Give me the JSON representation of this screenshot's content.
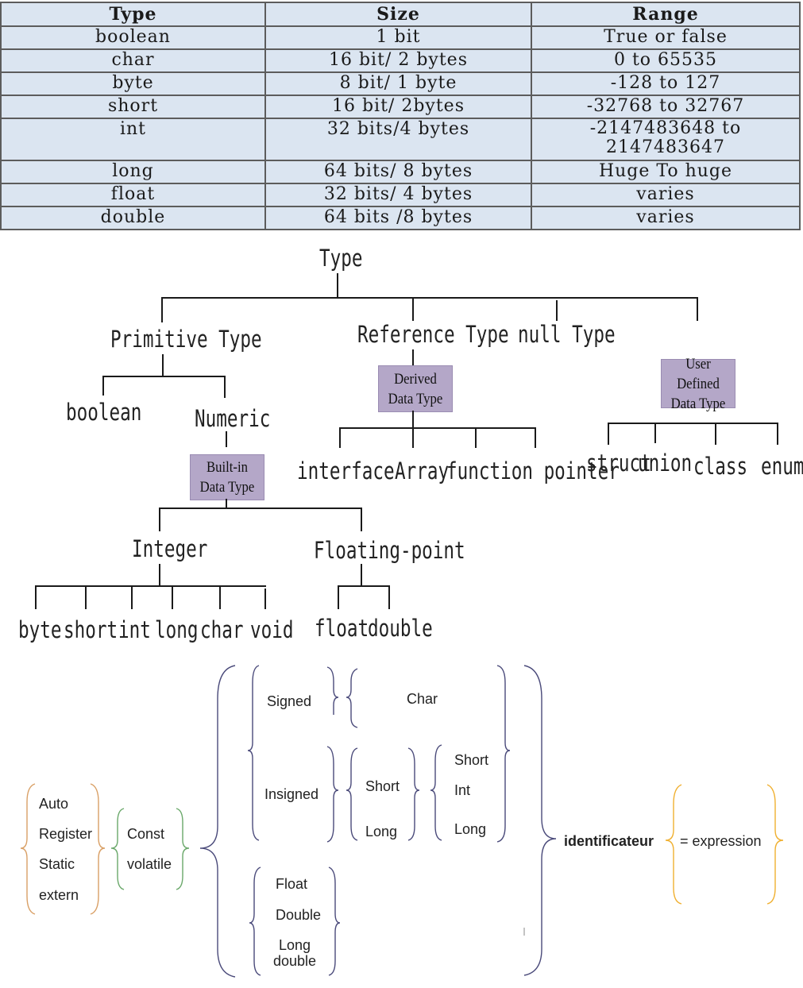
{
  "table": {
    "headers": [
      "Type",
      "Size",
      "Range"
    ],
    "rows": [
      {
        "type": "boolean",
        "size": "1 bit",
        "range": "True or false"
      },
      {
        "type": "char",
        "size": "16 bit/ 2 bytes",
        "range": "0 to 65535"
      },
      {
        "type": "byte",
        "size": "8 bit/ 1 byte",
        "range": "-128 to 127"
      },
      {
        "type": "short",
        "size": "16 bit/ 2bytes",
        "range": "-32768 to 32767"
      },
      {
        "type": "int",
        "size": "32 bits/4 bytes",
        "range": "-2147483648 to 2147483647"
      },
      {
        "type": "long",
        "size": "64 bits/ 8 bytes",
        "range": "Huge To huge"
      },
      {
        "type": "float",
        "size": "32 bits/ 4 bytes",
        "range": "varies"
      },
      {
        "type": "double",
        "size": "64 bits /8 bytes",
        "range": "varies"
      }
    ]
  },
  "tree": {
    "root": "Type",
    "primitive": "Primitive Type",
    "reference": "Reference Type",
    "null_type": "null Type",
    "user_defined_box": "User Defined Data Type",
    "derived_box": "Derived Data Type",
    "builtin_box": "Built-in Data Type",
    "boolean": "boolean",
    "numeric": "Numeric",
    "integer": "Integer",
    "floating_point": "Floating-point",
    "integer_types": [
      "byte",
      "short",
      "int",
      "long",
      "char",
      "void"
    ],
    "float_types": [
      "float",
      "double"
    ],
    "derived_types": [
      "interface",
      "Array",
      "function pointer"
    ],
    "user_types": [
      "struct",
      "union",
      "class",
      "enum"
    ]
  },
  "declaration": {
    "storage_classes": [
      "Auto",
      "Register",
      "Static",
      "extern"
    ],
    "qualifiers": [
      "Const",
      "volatile"
    ],
    "signed": "Signed",
    "unsigned": "Insigned",
    "char": "Char",
    "short": "Short",
    "long": "Long",
    "int_group": [
      "Short",
      "Int",
      "Long"
    ],
    "float_group": [
      "Float",
      "Double",
      "Long double"
    ],
    "identifier": "identificateur",
    "expression": "= expression",
    "colors": {
      "storage_brace": "#d9a066",
      "qualifier_brace": "#6aa86a",
      "type_brace": "#4a4a7a",
      "expression_brace": "#f0b030"
    }
  }
}
